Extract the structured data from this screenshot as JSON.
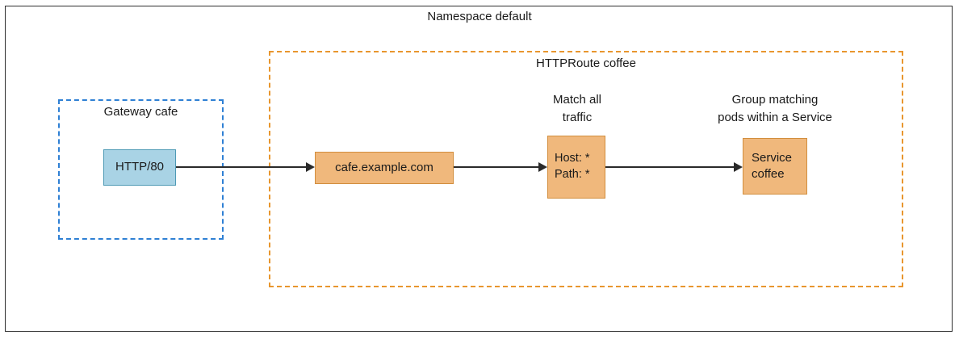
{
  "namespace": {
    "label": "Namespace default"
  },
  "gateway": {
    "label": "Gateway cafe",
    "listener_label": "HTTP/80"
  },
  "httproute": {
    "label": "HTTPRoute coffee",
    "hostname_label": "cafe.example.com",
    "match_caption": "Match all\ntraffic",
    "match_rules": "Host: *\nPath: *",
    "backend_caption": "Group matching\npods within a Service",
    "service_label": "Service\ncoffee"
  },
  "colors": {
    "namespace_border": "#2e2e2e",
    "gateway_boundary_border": "#2f80d4",
    "route_boundary_border": "#e8962e",
    "listener_node_fill": "#a9d3e5",
    "listener_node_border": "#4e9ab5",
    "route_node_fill": "#f0b87c",
    "route_node_border": "#d28e3e",
    "arrow": "#2a2a2a",
    "text": "#1a1a1a"
  }
}
